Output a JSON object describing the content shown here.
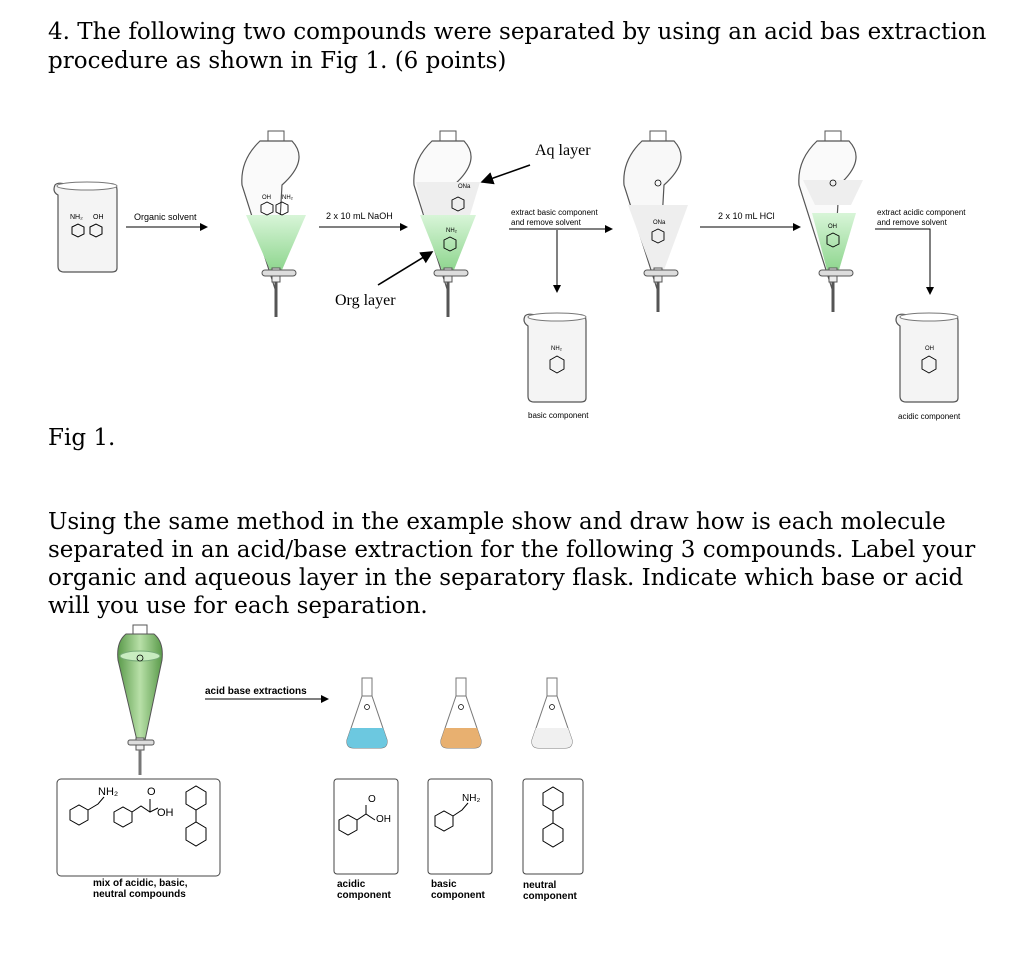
{
  "question": {
    "text": "4. The following two compounds were separated by using an acid bas extraction procedure as shown in Fig 1. (6 points)"
  },
  "fig1": {
    "caption": "Fig 1.",
    "beaker_labels": [
      "NH₂",
      "OH"
    ],
    "step1_label": "Organic solvent",
    "funnel1_labels": [
      "OH",
      "NH₂"
    ],
    "step2_label": "2 x 10 mL NaOH",
    "funnel2_top_label": "ONa",
    "funnel2_bottom_label": "NH₂",
    "aq_layer": "Aq layer",
    "org_layer": "Org layer",
    "step3_label_line1": "extract basic component",
    "step3_label_line2": "and remove solvent",
    "funnel3_label": "ONa",
    "step4_label": "2 x 10 mL HCl",
    "funnel4_label": "OH",
    "step5_label_line1": "extract acidic component",
    "step5_label_line2": "and remove solvent",
    "basic_beaker_label": "NH₂",
    "basic_caption": "basic component",
    "acidic_beaker_label": "OH",
    "acidic_caption": "acidic component"
  },
  "instructions": {
    "text": "Using the same method in the example show and draw how is each molecule separated in an acid/base extraction for the following 3 compounds. Label your organic and aqueous layer in the separatory flask. Indicate which base or acid will you use for each separation."
  },
  "fig2": {
    "arrow_label": "acid base extractions",
    "mix_labels": {
      "nh2": "NH₂",
      "o": "O",
      "oh": "OH"
    },
    "mix_caption_line1": "mix of acidic, basic,",
    "mix_caption_line2": "neutral compounds",
    "acidic_o": "O",
    "acidic_oh": "OH",
    "acidic_caption_line1": "acidic",
    "acidic_caption_line2": "component",
    "basic_nh2": "NH₂",
    "basic_caption_line1": "basic",
    "basic_caption_line2": "component",
    "neutral_caption_line1": "neutral",
    "neutral_caption_line2": "component"
  },
  "colors": {
    "green": "#a8e0a8",
    "blue": "#6cc8e0",
    "orange": "#e8b070",
    "gray": "#e8e8e8"
  }
}
